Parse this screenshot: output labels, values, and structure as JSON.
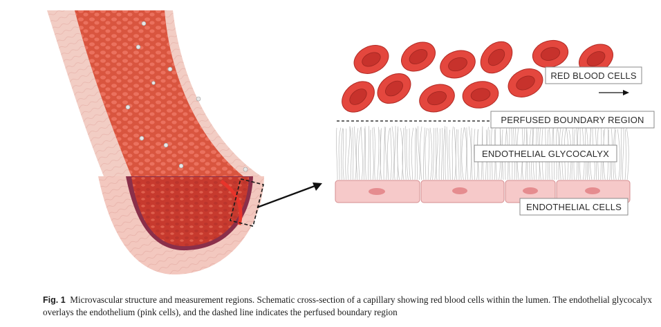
{
  "labels": {
    "red_blood_cells": "RED BLOOD CELLS",
    "perfused_boundary_region": "PERFUSED BOUNDARY REGION",
    "endothelial_glycocalyx": "ENDOTHELIAL GLYCOCALYX",
    "endothelial_cells": "ENDOTHELIAL CELLS"
  },
  "caption": {
    "label": "Fig. 1",
    "text": "Microvascular structure and measurement regions. Schematic cross-section of a capillary showing red blood cells within the lumen. The endothelial glycocalyx overlays the endothelium (pink cells), and the dashed line indicates the perfused boundary region"
  },
  "colors": {
    "rbc": "#e4473e",
    "rbc_center": "#c7322c",
    "lumen": "#d9553f",
    "vessel_wall": "#f3c8bf",
    "endothelial_cell": "#f6c9c9",
    "nucleus": "#e58c8f",
    "glycocalyx": "#b9b9b9",
    "inner_wall": "#8a2f4a"
  },
  "icons": [
    "arrow-right-icon",
    "zoom-arrow-icon"
  ]
}
